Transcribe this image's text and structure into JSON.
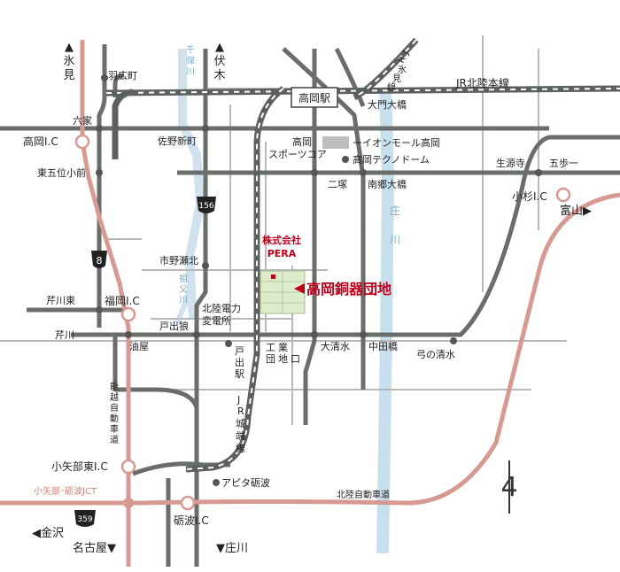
{
  "map": {
    "title": "高岡銅器団地",
    "company_line1": "株式会社",
    "company_line2": "PERA",
    "highlight_color": "#c0001a",
    "roads": {
      "expressway": "北陸自動車道",
      "noetsu_v": [
        "能",
        "越",
        "自",
        "動",
        "車",
        "道"
      ],
      "jr_hokuriku": "JR北陸本線",
      "jr_himi": [
        "J",
        "R",
        "氷",
        "見",
        "線"
      ],
      "jr_johana": [
        "J",
        "R",
        "城",
        "端",
        "線"
      ],
      "route_8": "8",
      "route_156": "156",
      "route_359": "359"
    },
    "rivers": {
      "senbo": [
        "千",
        "保",
        "川"
      ],
      "sofu": [
        "祖",
        "父",
        "川"
      ],
      "sho": [
        "庄",
        "川"
      ]
    },
    "stations": {
      "takaoka": "高岡駅",
      "toide": [
        "戸",
        "出",
        "駅"
      ],
      "kogyo_1": [
        "工",
        "団"
      ],
      "kogyo_2": [
        "業",
        "地"
      ],
      "kogyo_3": [
        "",
        "口"
      ]
    },
    "ics": {
      "takaoka": "高岡I.C",
      "fukuoka": "福岡I.C",
      "oyabe_higashi": "小矢部東I.C",
      "tonami": "砺波I.C",
      "kosugi": "小杉I.C",
      "jct": "小矢部･砺波JCT"
    },
    "directions": {
      "himi": [
        "▲",
        "氷",
        "見"
      ],
      "fushiki": [
        "▲",
        "伏",
        "木"
      ],
      "toyama": "富山▶",
      "kanazawa": "◀金沢",
      "nagoya": "名古屋▼",
      "shokawa": "▼庄川"
    },
    "places": {
      "hanehiro": "羽広町",
      "rokke": "六家",
      "higashigoi": "東五位小前",
      "sanoshinmachi": "佐野新町",
      "takaoka_sports": [
        "高岡",
        "スポーツコア"
      ],
      "aeon": "ーイオンモール高岡",
      "technodome": "高岡テクノドーム",
      "daimon": "大門大橋",
      "nigo": "二塚",
      "nango": "南郷大橋",
      "shogenji": "生源寺",
      "goboichi": "五歩一",
      "ichinose": "市野瀬北",
      "serikawa_higashi": "芹川東",
      "serikawa": "芹川",
      "toidego": "戸出狼",
      "aburaya": "油屋",
      "hokuriku_denryoku_1": "北陸電力",
      "hokuriku_denryoku_2": "変電所",
      "oshimizu": "大清水",
      "nakada": "中田橋",
      "yuminoshimizu": "弓の清水",
      "apita": "アピタ砺波",
      "compass": "4"
    }
  }
}
